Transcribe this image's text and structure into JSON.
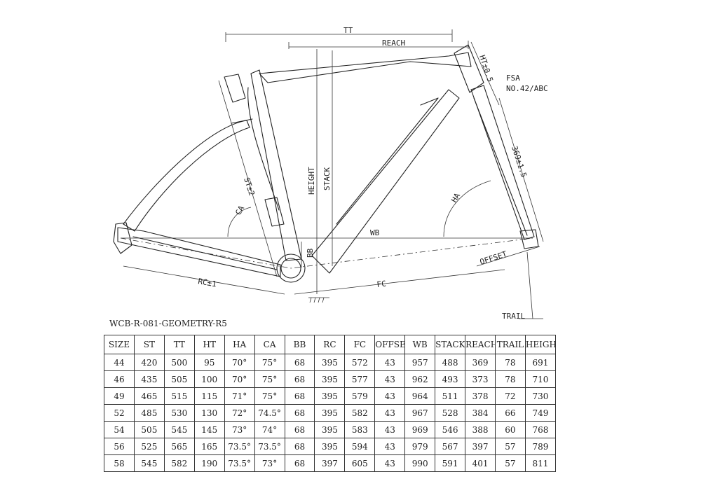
{
  "labels": {
    "tt": "TT",
    "reach": "REACH",
    "ht": "HT±0.5",
    "fsa_line1": "FSA",
    "fsa_line2": "NO.42/ABC",
    "fork_length": "369±1.5",
    "stack": "STACK",
    "height": "HEIGHT",
    "st": "ST±2",
    "ca": "CA",
    "ha": "HA",
    "wb": "WB",
    "bb": "BB",
    "offset": "OFFSET",
    "rc": "RC±1",
    "fc": "FC",
    "trail": "TRAIL"
  },
  "model_label": "WCB-R-081-GEOMETRY-R5",
  "table": {
    "headers": [
      "SIZE",
      "ST",
      "TT",
      "HT",
      "HA",
      "CA",
      "BB",
      "RC",
      "FC",
      "OFFSET",
      "WB",
      "STACK",
      "REACH",
      "TRAIL",
      "HEIGHT"
    ],
    "rows": [
      [
        "44",
        "420",
        "500",
        "95",
        "70°",
        "75°",
        "68",
        "395",
        "572",
        "43",
        "957",
        "488",
        "369",
        "78",
        "691"
      ],
      [
        "46",
        "435",
        "505",
        "100",
        "70°",
        "75°",
        "68",
        "395",
        "577",
        "43",
        "962",
        "493",
        "373",
        "78",
        "710"
      ],
      [
        "49",
        "465",
        "515",
        "115",
        "71°",
        "75°",
        "68",
        "395",
        "579",
        "43",
        "964",
        "511",
        "378",
        "72",
        "730"
      ],
      [
        "52",
        "485",
        "530",
        "130",
        "72°",
        "74.5°",
        "68",
        "395",
        "582",
        "43",
        "967",
        "528",
        "384",
        "66",
        "749"
      ],
      [
        "54",
        "505",
        "545",
        "145",
        "73°",
        "74°",
        "68",
        "395",
        "583",
        "43",
        "969",
        "546",
        "388",
        "60",
        "768"
      ],
      [
        "56",
        "525",
        "565",
        "165",
        "73.5°",
        "73.5°",
        "68",
        "395",
        "594",
        "43",
        "979",
        "567",
        "397",
        "57",
        "789"
      ],
      [
        "58",
        "545",
        "582",
        "190",
        "73.5°",
        "73°",
        "68",
        "397",
        "605",
        "43",
        "990",
        "591",
        "401",
        "57",
        "811"
      ]
    ]
  }
}
